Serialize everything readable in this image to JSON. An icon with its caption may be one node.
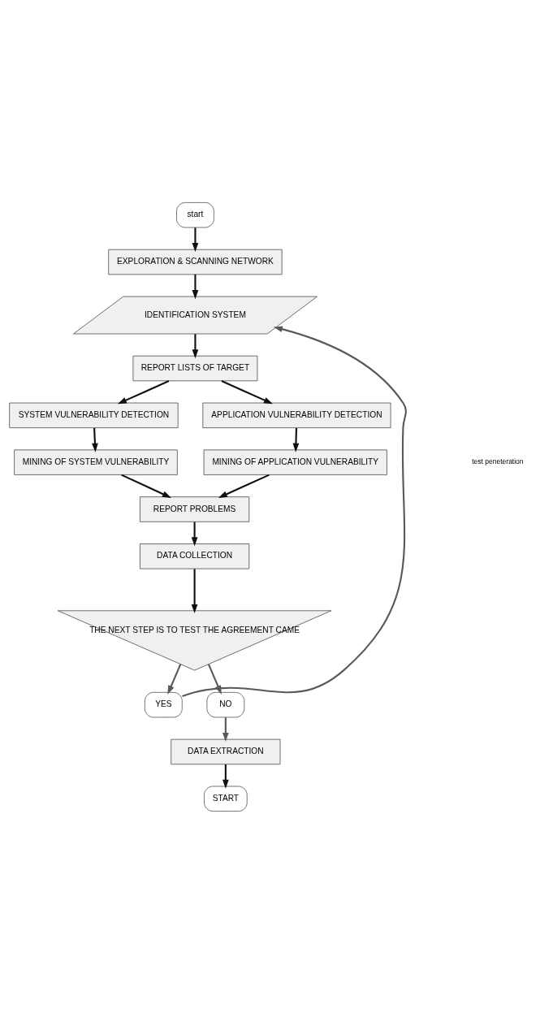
{
  "diagram": {
    "nodes": [
      {
        "text": [
          "start"
        ]
      },
      {
        "text": [
          "EXPLORATION & SCANNING NETWORK"
        ]
      },
      {
        "text": [
          "IDENTIFICATION SYSTEM"
        ]
      },
      {
        "text": [
          "REPORT LISTS OF TARGET"
        ]
      },
      {
        "text": [
          "SYSTEM VULNERABILITY DETECTION"
        ]
      },
      {
        "text": [
          "APPLICATION VULNERABILITY DETECTION"
        ]
      },
      {
        "text": [
          "MINING OF SYSTEM VULNERABILITY"
        ]
      },
      {
        "text": [
          "MINING OF APPLICATION VULNERABILITY"
        ]
      },
      {
        "text": [
          "REPORT PROBLEMS"
        ]
      },
      {
        "text": [
          "DATA COLLECTION"
        ]
      },
      {
        "text": [
          "THE NEXT STEP IS TO TEST THE AGREEMENT CAME"
        ]
      },
      {
        "text": [
          "YES"
        ]
      },
      {
        "text": [
          "NO"
        ]
      },
      {
        "text": [
          "DATA EXTRACTION"
        ]
      },
      {
        "text": [
          "START"
        ]
      }
    ],
    "edges": [
      {
        "from": 0,
        "to": 1,
        "arrow": "to"
      },
      {
        "from": 1,
        "to": 2,
        "arrow": "to"
      },
      {
        "from": 2,
        "to": 3,
        "arrow": "to"
      },
      {
        "from": 3,
        "to": 4,
        "arrow": "to"
      },
      {
        "from": 3,
        "to": 5,
        "arrow": "to"
      },
      {
        "from": 4,
        "to": 6,
        "arrow": "to"
      },
      {
        "from": 5,
        "to": 7,
        "arrow": "to"
      },
      {
        "from": 6,
        "to": 8,
        "arrow": "to"
      },
      {
        "from": 7,
        "to": 8,
        "arrow": "to"
      },
      {
        "from": 8,
        "to": 9,
        "arrow": "to"
      },
      {
        "from": 9,
        "to": 10,
        "arrow": "to"
      },
      {
        "from": 10,
        "to": 11,
        "arrow": "to",
        "color": "#595959"
      },
      {
        "from": 10,
        "to": 12,
        "arrow": "to",
        "color": "#595959"
      },
      {
        "from": 11,
        "to": 2,
        "arrow": "to",
        "color": "#595959"
      },
      {
        "from": 12,
        "to": 13,
        "arrow": "to",
        "color": "#595959"
      },
      {
        "from": 13,
        "to": 14,
        "arrow": "to"
      }
    ],
    "labels": [
      "test peneteration"
    ]
  }
}
